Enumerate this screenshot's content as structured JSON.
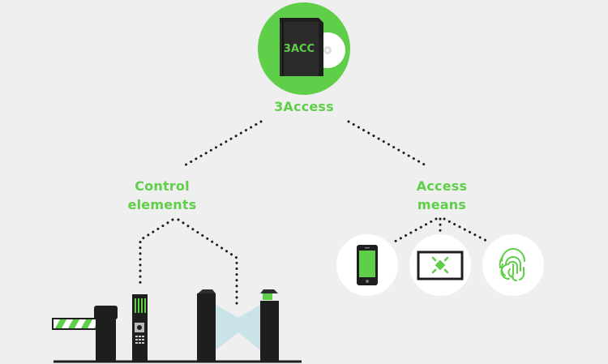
{
  "root": {
    "label": "3Access",
    "book_text": "3ACC"
  },
  "branches": {
    "control": {
      "line1": "Control",
      "line2": "elements"
    },
    "access": {
      "line1": "Access",
      "line2": "means"
    }
  },
  "access_means": [
    "phone-icon",
    "card-reader-icon",
    "fingerprint-icon"
  ],
  "control_elements": [
    "barrier-gate",
    "access-terminal",
    "turnstile-left",
    "turnstile-right"
  ],
  "colors": {
    "green": "#5fcf4a",
    "dark": "#1e1e1e",
    "background": "#efefef",
    "glass": "#c9e3e8"
  }
}
